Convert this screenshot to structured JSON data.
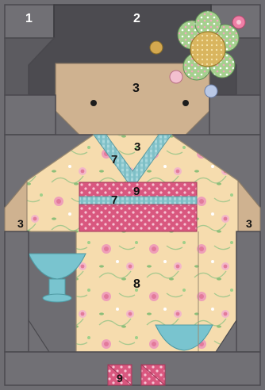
{
  "colors": {
    "background": "#6e6d72",
    "seam": "#4a494e",
    "hair": "#4c4b50",
    "skin": "#cfb290",
    "fabric_floral": "#f6dcae",
    "fabric_pink": "#d9577f",
    "fabric_collar": "#8fc9cf",
    "flower_petal": "#9fcf8a",
    "flower_center": "#d6b35a",
    "rose": "#ef9fb9",
    "vase": "#79c4cf"
  },
  "labels": {
    "l1": "1",
    "l2": "2",
    "l3_face": "3",
    "l3_neck": "3",
    "l3_left": "3",
    "l3_right": "3",
    "l7_collar": "7",
    "l7_obi": "7",
    "l9_obi": "9",
    "l8": "8",
    "l9_feet": "9"
  }
}
